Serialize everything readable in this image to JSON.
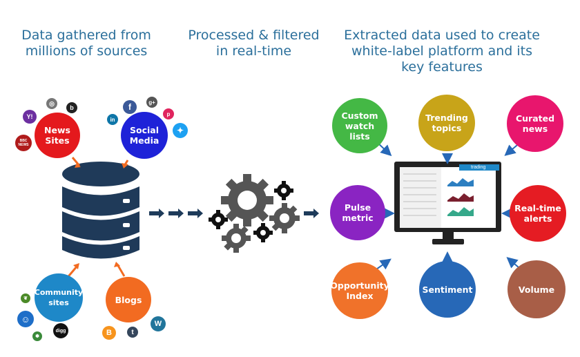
{
  "headings": {
    "gathered": [
      "Data gathered from",
      "millions of sources"
    ],
    "processed": [
      "Processed & filtered",
      "in real-time"
    ],
    "extracted": [
      "Extracted data used to create",
      "white-label platform and its",
      "key features"
    ]
  },
  "sources": {
    "news_sites": [
      "News",
      "Sites"
    ],
    "social_media": [
      "Social",
      "Media"
    ],
    "community_sites": [
      "Community",
      "sites"
    ],
    "blogs": [
      "Blogs"
    ]
  },
  "features": {
    "custom_watch_lists": [
      "Custom",
      "watch lists"
    ],
    "trending_topics": [
      "Trending",
      "topics"
    ],
    "curated_news": [
      "Curated",
      "news"
    ],
    "pulse_metric": [
      "Pulse",
      "metric"
    ],
    "real_time_alerts": [
      "Real-time",
      "alerts"
    ],
    "opportunity_index": [
      "Opportunity",
      "Index"
    ],
    "sentiment": [
      "Sentiment"
    ],
    "volume": [
      "Volume"
    ]
  },
  "icons": {
    "yahoo": "Y!",
    "bing": "b",
    "bbc": "BBC NEWS",
    "facebook": "f",
    "google_plus": "g+",
    "pinterest": "p",
    "linkedin": "in",
    "digg": "digg",
    "tumblr": "t",
    "wordpress": "W"
  },
  "monitor": {
    "brand": "trading"
  },
  "colors": {
    "heading": "#2b6f9b",
    "news": "#e4191d",
    "social": "#1e22d8",
    "community": "#1e88c8",
    "blogs": "#f26b21",
    "custom_watch": "#44b845",
    "trending": "#c8a419",
    "curated": "#e8166d",
    "pulse": "#8a24c2",
    "alerts": "#e51c23",
    "opportunity": "#f0722a",
    "sentiment": "#2768b7",
    "volume": "#a85e47",
    "database": "#1f3a59",
    "gear": "#5a5a5a",
    "arrow": "#1e3b5a"
  }
}
